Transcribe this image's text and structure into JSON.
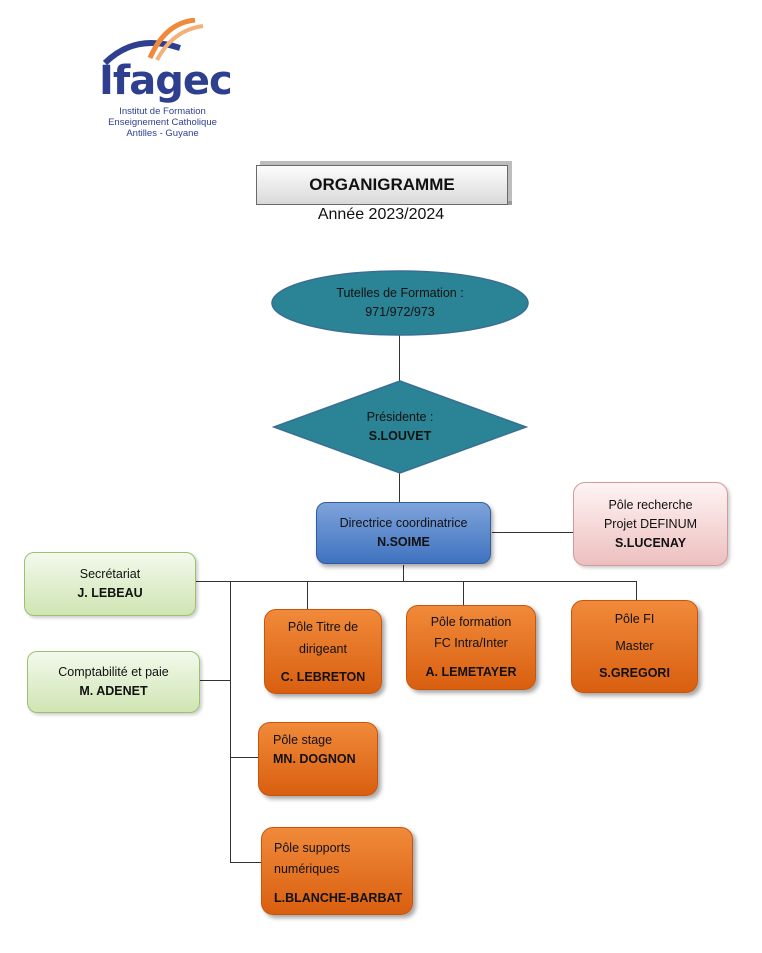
{
  "logo": {
    "word": "Ifagec",
    "sub_lines": [
      "Institut de Formation",
      "Enseignement Catholique",
      "Antilles - Guyane"
    ]
  },
  "header": {
    "title": "ORGANIGRAMME",
    "year": "Année 2023/2024"
  },
  "nodes": {
    "tutelles": {
      "line1": "Tutelles de Formation :",
      "line2": "971/972/973"
    },
    "presidente": {
      "role": "Présidente :",
      "name": "S.LOUVET"
    },
    "directrice": {
      "role": "Directrice coordinatrice",
      "name": "N.SOIME"
    },
    "recherche": {
      "line1": "Pôle recherche",
      "line2": "Projet DEFINUM",
      "name": "S.LUCENAY"
    },
    "secretariat": {
      "role": "Secrétariat",
      "name": "J. LEBEAU"
    },
    "comptabilite": {
      "role": "Comptabilité et paie",
      "name": "M. ADENET"
    },
    "titre": {
      "line1": "Pôle Titre de",
      "line2": "dirigeant",
      "name": "C. LEBRETON"
    },
    "formation": {
      "line1": "Pôle formation",
      "line2": "FC Intra/Inter",
      "name": "A. LEMETAYER"
    },
    "fi": {
      "line1": "Pôle FI",
      "line2": "Master",
      "name": "S.GREGORI"
    },
    "stage": {
      "role": "Pôle stage",
      "name": "MN. DOGNON"
    },
    "supports": {
      "line1": "Pôle supports",
      "line2": "numériques",
      "name": "L.BLANCHE-BARBAT"
    }
  },
  "colors": {
    "orange": "#e06f1f",
    "green": "#d8ebc3",
    "pink": "#f2cfcf",
    "blue": "#4f82c9",
    "teal": "#2b8495",
    "logo_blue": "#2f3f8f",
    "logo_orange": "#f08a3a"
  }
}
